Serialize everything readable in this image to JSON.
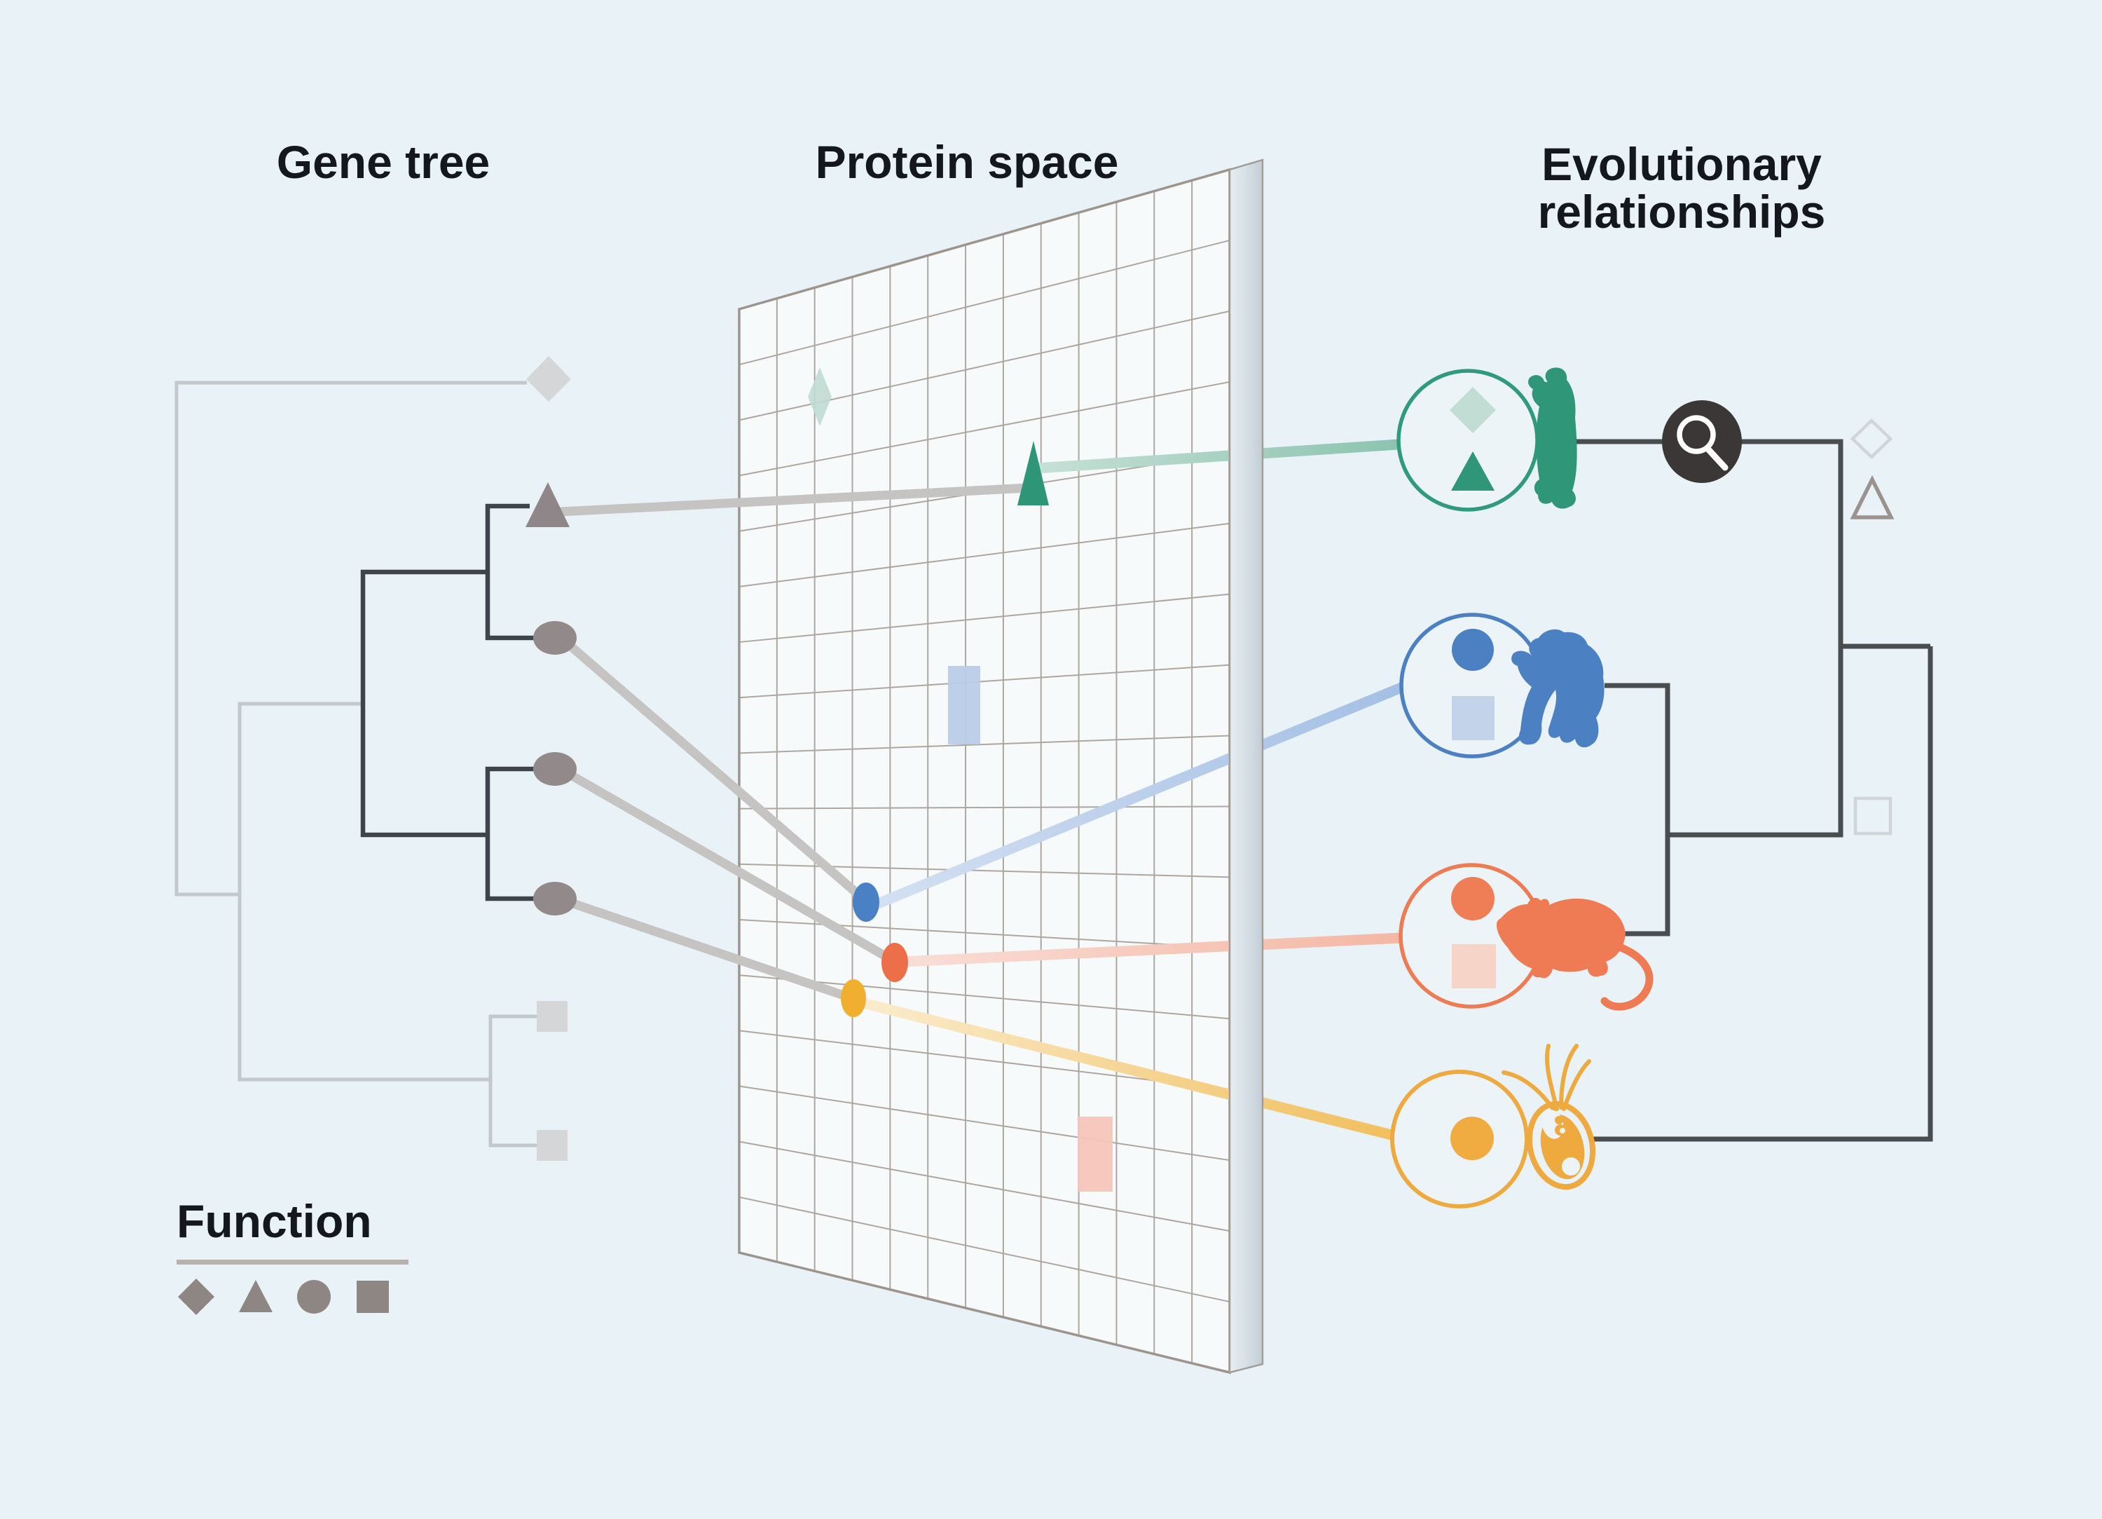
{
  "titles": {
    "left": "Gene tree",
    "center": "Protein space",
    "right": "Evolutionary relationships"
  },
  "legend": {
    "title": "Function",
    "shapes": [
      "diamond",
      "triangle",
      "circle",
      "square"
    ],
    "shape_color": "#8d8682"
  },
  "panels": {
    "gene_tree": {
      "leaves": [
        {
          "shape": "diamond",
          "color": "#d4d6d8",
          "lineage": "light"
        },
        {
          "shape": "triangle",
          "color": "#8f8689",
          "lineage": "dark"
        },
        {
          "shape": "circle",
          "color": "#92898a",
          "lineage": "dark"
        },
        {
          "shape": "circle",
          "color": "#92898a",
          "lineage": "dark"
        },
        {
          "shape": "circle",
          "color": "#92898a",
          "lineage": "dark"
        },
        {
          "shape": "square",
          "color": "#d4d6d8",
          "lineage": "light"
        }
      ]
    },
    "protein_space": {
      "points": [
        {
          "shape": "diamond",
          "style": "faded",
          "color": "#c0dcd2"
        },
        {
          "shape": "triangle",
          "style": "solid",
          "color": "#2e9577"
        },
        {
          "shape": "square",
          "style": "faded",
          "color": "#b9cce8"
        },
        {
          "shape": "circle",
          "style": "solid",
          "color": "#4a80c4"
        },
        {
          "shape": "circle",
          "style": "solid",
          "color": "#ec6f4a"
        },
        {
          "shape": "circle",
          "style": "solid",
          "color": "#f0af2e"
        },
        {
          "shape": "square",
          "style": "faded",
          "color": "#f6c5bb"
        }
      ]
    },
    "evolutionary_relationships": {
      "organisms": [
        {
          "name": "gibbon",
          "color": "#2f9a7c",
          "genes": [
            "diamond-faded",
            "triangle-solid"
          ]
        },
        {
          "name": "chimpanzee",
          "color": "#4b80c3",
          "genes": [
            "circle-solid",
            "square-faded"
          ]
        },
        {
          "name": "mouse",
          "color": "#ee7b53",
          "genes": [
            "circle-solid",
            "square-faded"
          ]
        },
        {
          "name": "green-alga",
          "color": "#eeaa3e",
          "genes": [
            "circle-solid"
          ]
        }
      ],
      "lost_gene_markers": [
        "diamond-outline",
        "triangle-outline",
        "square-outline"
      ],
      "icons": [
        "magnifying-glass-icon"
      ]
    }
  },
  "colors": {
    "background": "#e9f2f6",
    "title_ink": "#14181c",
    "teal": "#2f9678",
    "blue": "#4b80c3",
    "orange": "#ee7b53",
    "amber": "#eeaa3e",
    "taupe": "#8f8689",
    "light_gray": "#d4d6d8",
    "dark_tree_line": "#3d444b",
    "light_tree_line": "#c3c8cc",
    "connector_gray": "#c5c4c3",
    "magnifier_disc": "#3a3736"
  }
}
